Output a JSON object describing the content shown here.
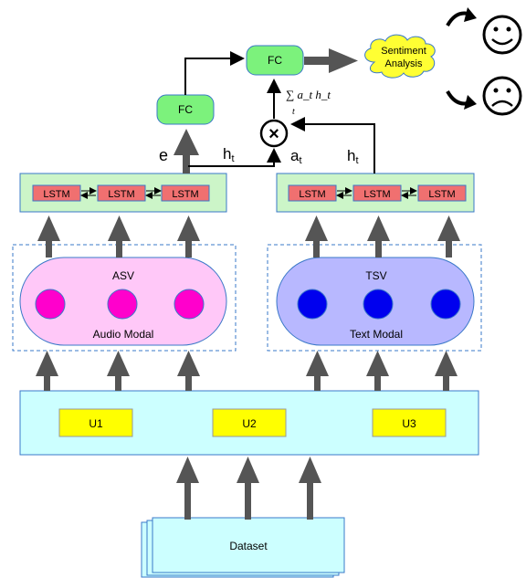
{
  "input": {
    "dataset_label": "Dataset"
  },
  "utterances": {
    "u1": "U1",
    "u2": "U2",
    "u3": "U3"
  },
  "audio": {
    "vector_label": "ASV",
    "modal_label": "Audio Modal"
  },
  "text": {
    "vector_label": "TSV",
    "modal_label": "Text Modal"
  },
  "lstm": {
    "label": "LSTM"
  },
  "fusion": {
    "fc_audio": "FC",
    "fc_top": "FC",
    "output_label": "Sentiment\nAnalysis",
    "e_label": "e",
    "h_label": "h",
    "h_sub": "t",
    "a_label": "a",
    "a_sub": "t",
    "sum_formula": "∑ a_t h_t",
    "sum_subscript": "t",
    "multiply_symbol": "×"
  },
  "colors": {
    "cyan_box": "#ccffff",
    "yellow_box": "#ffff00",
    "audio_modal": "#ffc8f8",
    "audio_node": "#ff00cc",
    "text_modal": "#b8b8ff",
    "text_node": "#0000ee",
    "lstm_panel": "#ccf5c8",
    "lstm_cell": "#f07070",
    "fc_green": "#7cf27c",
    "cloud_yellow": "#ffff33",
    "arrow_gray": "#555555"
  }
}
